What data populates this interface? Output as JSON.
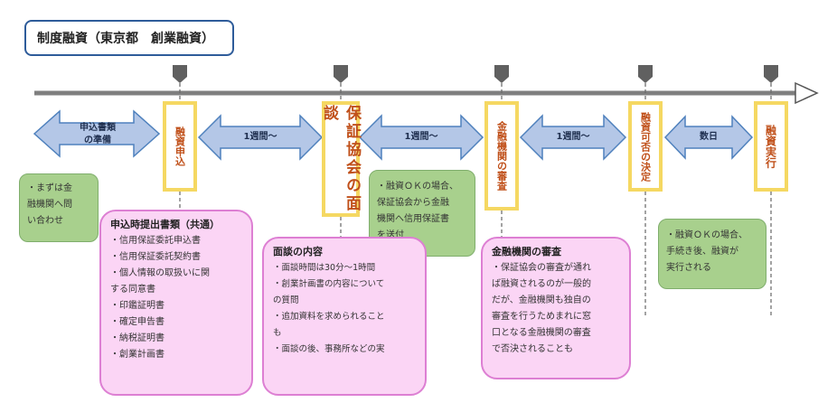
{
  "title": "制度融資（東京都　創業融資）",
  "stages": [
    {
      "label": "融資申込"
    },
    {
      "label": "保証協会の面談"
    },
    {
      "label": "金融機関の審査"
    },
    {
      "label": "融資可否の決定"
    },
    {
      "label": "融資実行"
    }
  ],
  "arrows": [
    {
      "label_line1": "申込書類",
      "label_line2": "の準備"
    },
    {
      "label_line1": "1週間～"
    },
    {
      "label_line1": "1週間～"
    },
    {
      "label_line1": "1週間～"
    },
    {
      "label_line1": "数日"
    }
  ],
  "notes_green": [
    {
      "lines": [
        "・まずは金",
        "融機関へ問",
        "い合わせ"
      ]
    },
    {
      "lines": [
        "・融資ＯＫの場合、",
        "保証協会から金融",
        "機関へ信用保証書",
        "を送付"
      ]
    },
    {
      "lines": [
        "・融資ＯＫの場合、",
        "手続き後、融資が",
        "実行される"
      ]
    }
  ],
  "notes_pink": [
    {
      "heading": "申込時提出書類（共通）",
      "lines": [
        "・信用保証委託申込書",
        "・信用保証委託契約書",
        "・個人情報の取扱いに関",
        "する同意書",
        "・印鑑証明書",
        "・確定申告書",
        "・納税証明書",
        "・創業計画書"
      ]
    },
    {
      "heading": "面談の内容",
      "lines": [
        "・面談時間は30分～1時間",
        "・創業計画書の内容について",
        "の質問",
        "・追加資料を求められること",
        "も",
        "・面談の後、事務所などの実"
      ]
    },
    {
      "heading": "金融機関の審査",
      "lines": [
        "・保証協会の審査が通れ",
        "ば融資されるのが一般的",
        "だが、金融機関も独自の",
        "審査を行うためまれに窓",
        "口となる金融機関の審査",
        "で否決されることも"
      ]
    }
  ],
  "colors": {
    "timeline": "#7f7f7f",
    "arrow_fill": "#b4c7e7",
    "arrow_stroke": "#4f81bd",
    "stage_border": "#f5d862",
    "stage_text": "#c0501a",
    "green_fill": "#a8d08d",
    "pink_fill": "#fbd5f5",
    "pink_border": "#dd7fd3"
  }
}
